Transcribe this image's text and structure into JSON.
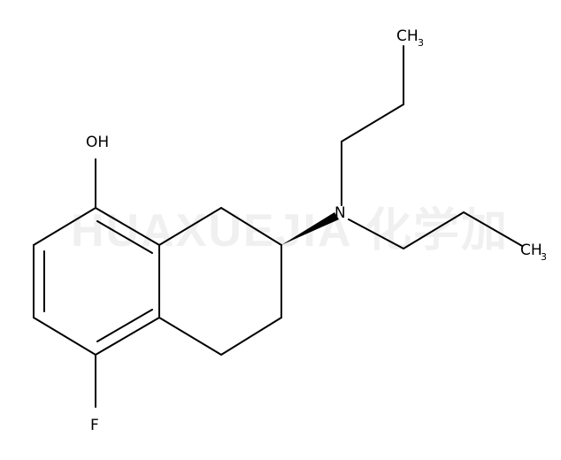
{
  "watermark": "HUAXUEJIA 化学加",
  "atoms": {
    "hydroxyl": "OH",
    "nitrogen": "N",
    "fluorine": "F",
    "methyl_top_main": "CH",
    "methyl_top_sub": "3",
    "methyl_right_main": "CH",
    "methyl_right_sub": "3"
  },
  "colors": {
    "bond": "#000000",
    "watermark": "#f0f0f0",
    "background": "#ffffff"
  }
}
